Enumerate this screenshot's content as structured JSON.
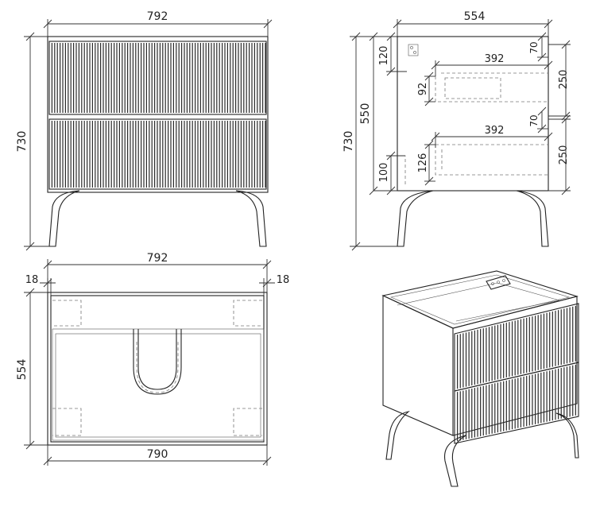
{
  "views": {
    "front": {
      "width_label": "792",
      "height_label": "730"
    },
    "side": {
      "depth_label": "554",
      "height_label": "730",
      "carcass_height_label": "550",
      "top_rail_label": "120",
      "bottom_rail_label": "100",
      "drawer_top": {
        "length_label": "392",
        "height_label": "92",
        "gap_label": "70",
        "front_label": "250"
      },
      "drawer_bottom": {
        "length_label": "392",
        "height_label": "126",
        "gap_label": "70",
        "front_label": "250"
      }
    },
    "plan": {
      "width_label": "792",
      "inner_width_label": "790",
      "depth_label": "554",
      "panel_left_label": "18",
      "panel_right_label": "18"
    },
    "isometric": {}
  },
  "colors": {
    "line": "#222222",
    "fluting": "#2a2a2a",
    "dash": "#777777"
  }
}
